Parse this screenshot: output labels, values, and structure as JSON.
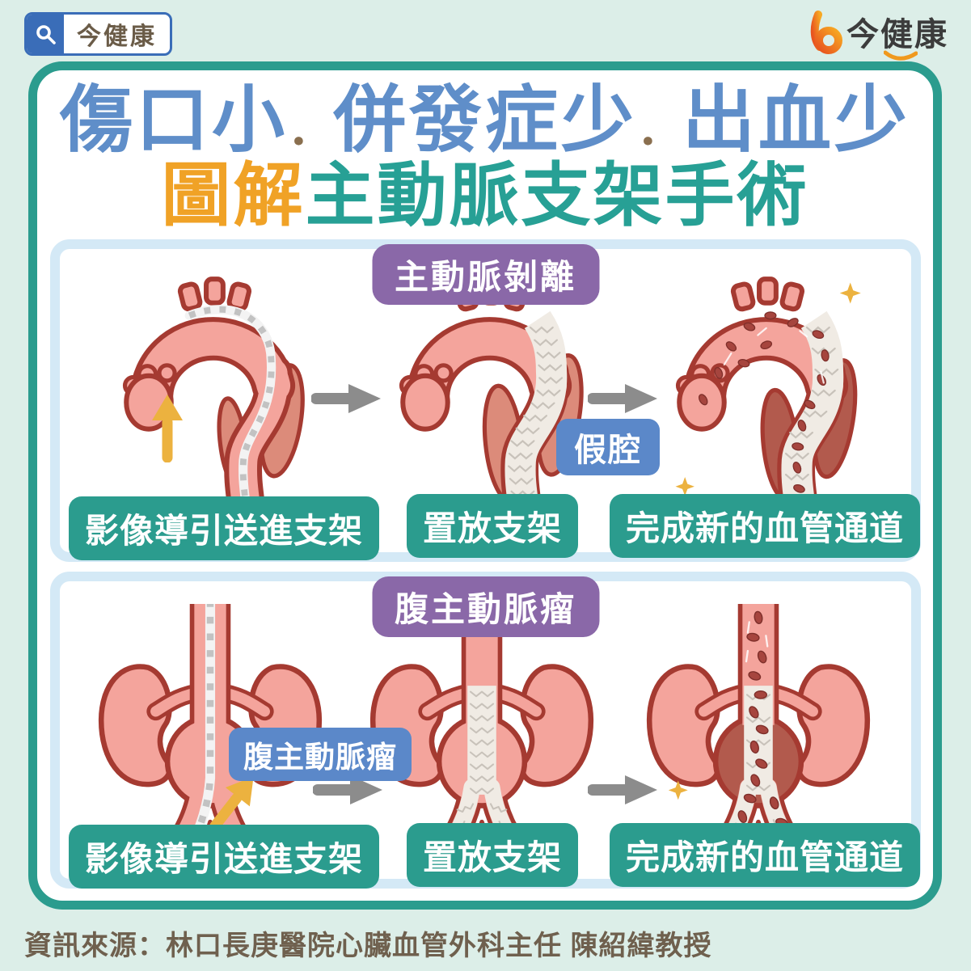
{
  "header": {
    "search_logo": {
      "text": "今健康",
      "icon": "search-icon"
    },
    "brand_logo": {
      "mark": "b-swoosh",
      "text": "今健康",
      "smile_icon": "smile-icon"
    }
  },
  "title": {
    "line1": {
      "part1": "傷口小",
      "part2": "併發症少",
      "part3": "出血少",
      "separator": "．"
    },
    "line2": {
      "highlight": "圖解",
      "rest": "主動脈支架手術"
    }
  },
  "sections": [
    {
      "badge": "主動脈剝離",
      "annotation": "假腔",
      "steps": [
        {
          "label": "影像導引送進支架"
        },
        {
          "label": "置放支架"
        },
        {
          "label": "完成新的血管通道"
        }
      ]
    },
    {
      "badge": "腹主動脈瘤",
      "annotation": "腹主動脈瘤",
      "steps": [
        {
          "label": "影像導引送進支架"
        },
        {
          "label": "置放支架"
        },
        {
          "label": "完成新的血管通道"
        }
      ]
    }
  ],
  "footer": {
    "source": "資訊來源：林口長庚醫院心臟血管外科主任  陳紹緯教授"
  },
  "icons": [
    "search-icon",
    "arrow-right-icon",
    "arrow-up-icon",
    "arrow-up-right-icon",
    "sparkle-icon",
    "smile-icon"
  ],
  "colors": {
    "background": "#dceee8",
    "card_border_teal": "#2b9c8e",
    "panel_border_blue": "#d4e9f6",
    "title_blue": "#5f8ec9",
    "title_orange": "#f0a226",
    "title_teal": "#27a095",
    "separator_brown": "#8a6f4f",
    "badge_purple": "#8a68a8",
    "annotation_blue": "#5b88c9",
    "label_teal": "#2b9c8e",
    "vessel_pink": "#f4a49c",
    "vessel_outline": "#a53a31",
    "false_lumen_salmon": "#dc8b7a",
    "thrombosed_dark": "#b25a4d",
    "stent_ivory": "#f0ebe4",
    "stent_mesh": "#c8c2ba",
    "blood_cell": "#a6453e",
    "arrow_gray": "#8c8c8c",
    "arrow_yellow": "#ecb23f",
    "footer_brown": "#6f604e",
    "logo_blue": "#3a6db8"
  }
}
